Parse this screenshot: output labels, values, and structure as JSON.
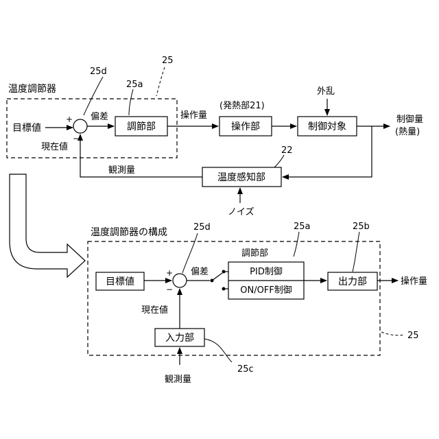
{
  "top": {
    "title": "温度調節器",
    "ref_25": "25",
    "ref_25d": "25d",
    "ref_25a": "25a",
    "ref_22": "22",
    "plus": "+",
    "minus": "−",
    "target": "目標値",
    "deviation": "偏差",
    "controller": "調節部",
    "manipulated": "操作量",
    "heat_label": "(発熱部21)",
    "actuator": "操作部",
    "disturbance": "外乱",
    "plant": "制御対象",
    "controlled_1": "制御量",
    "controlled_2": "(熱量)",
    "current": "現在値",
    "observed": "観測量",
    "sensor": "温度感知部",
    "noise": "ノイズ"
  },
  "bottom": {
    "title": "温度調節器の構成",
    "ref_25d": "25d",
    "ref_25a": "25a",
    "ref_25b": "25b",
    "ref_25": "25",
    "ref_25c": "25c",
    "plus": "+",
    "minus": "−",
    "target": "目標値",
    "deviation": "偏差",
    "controller_label": "調節部",
    "pid": "PID制御",
    "onoff": "ON/OFF制御",
    "output": "出力部",
    "manipulated": "操作量",
    "current": "現在値",
    "input": "入力部",
    "observed": "観測量"
  }
}
